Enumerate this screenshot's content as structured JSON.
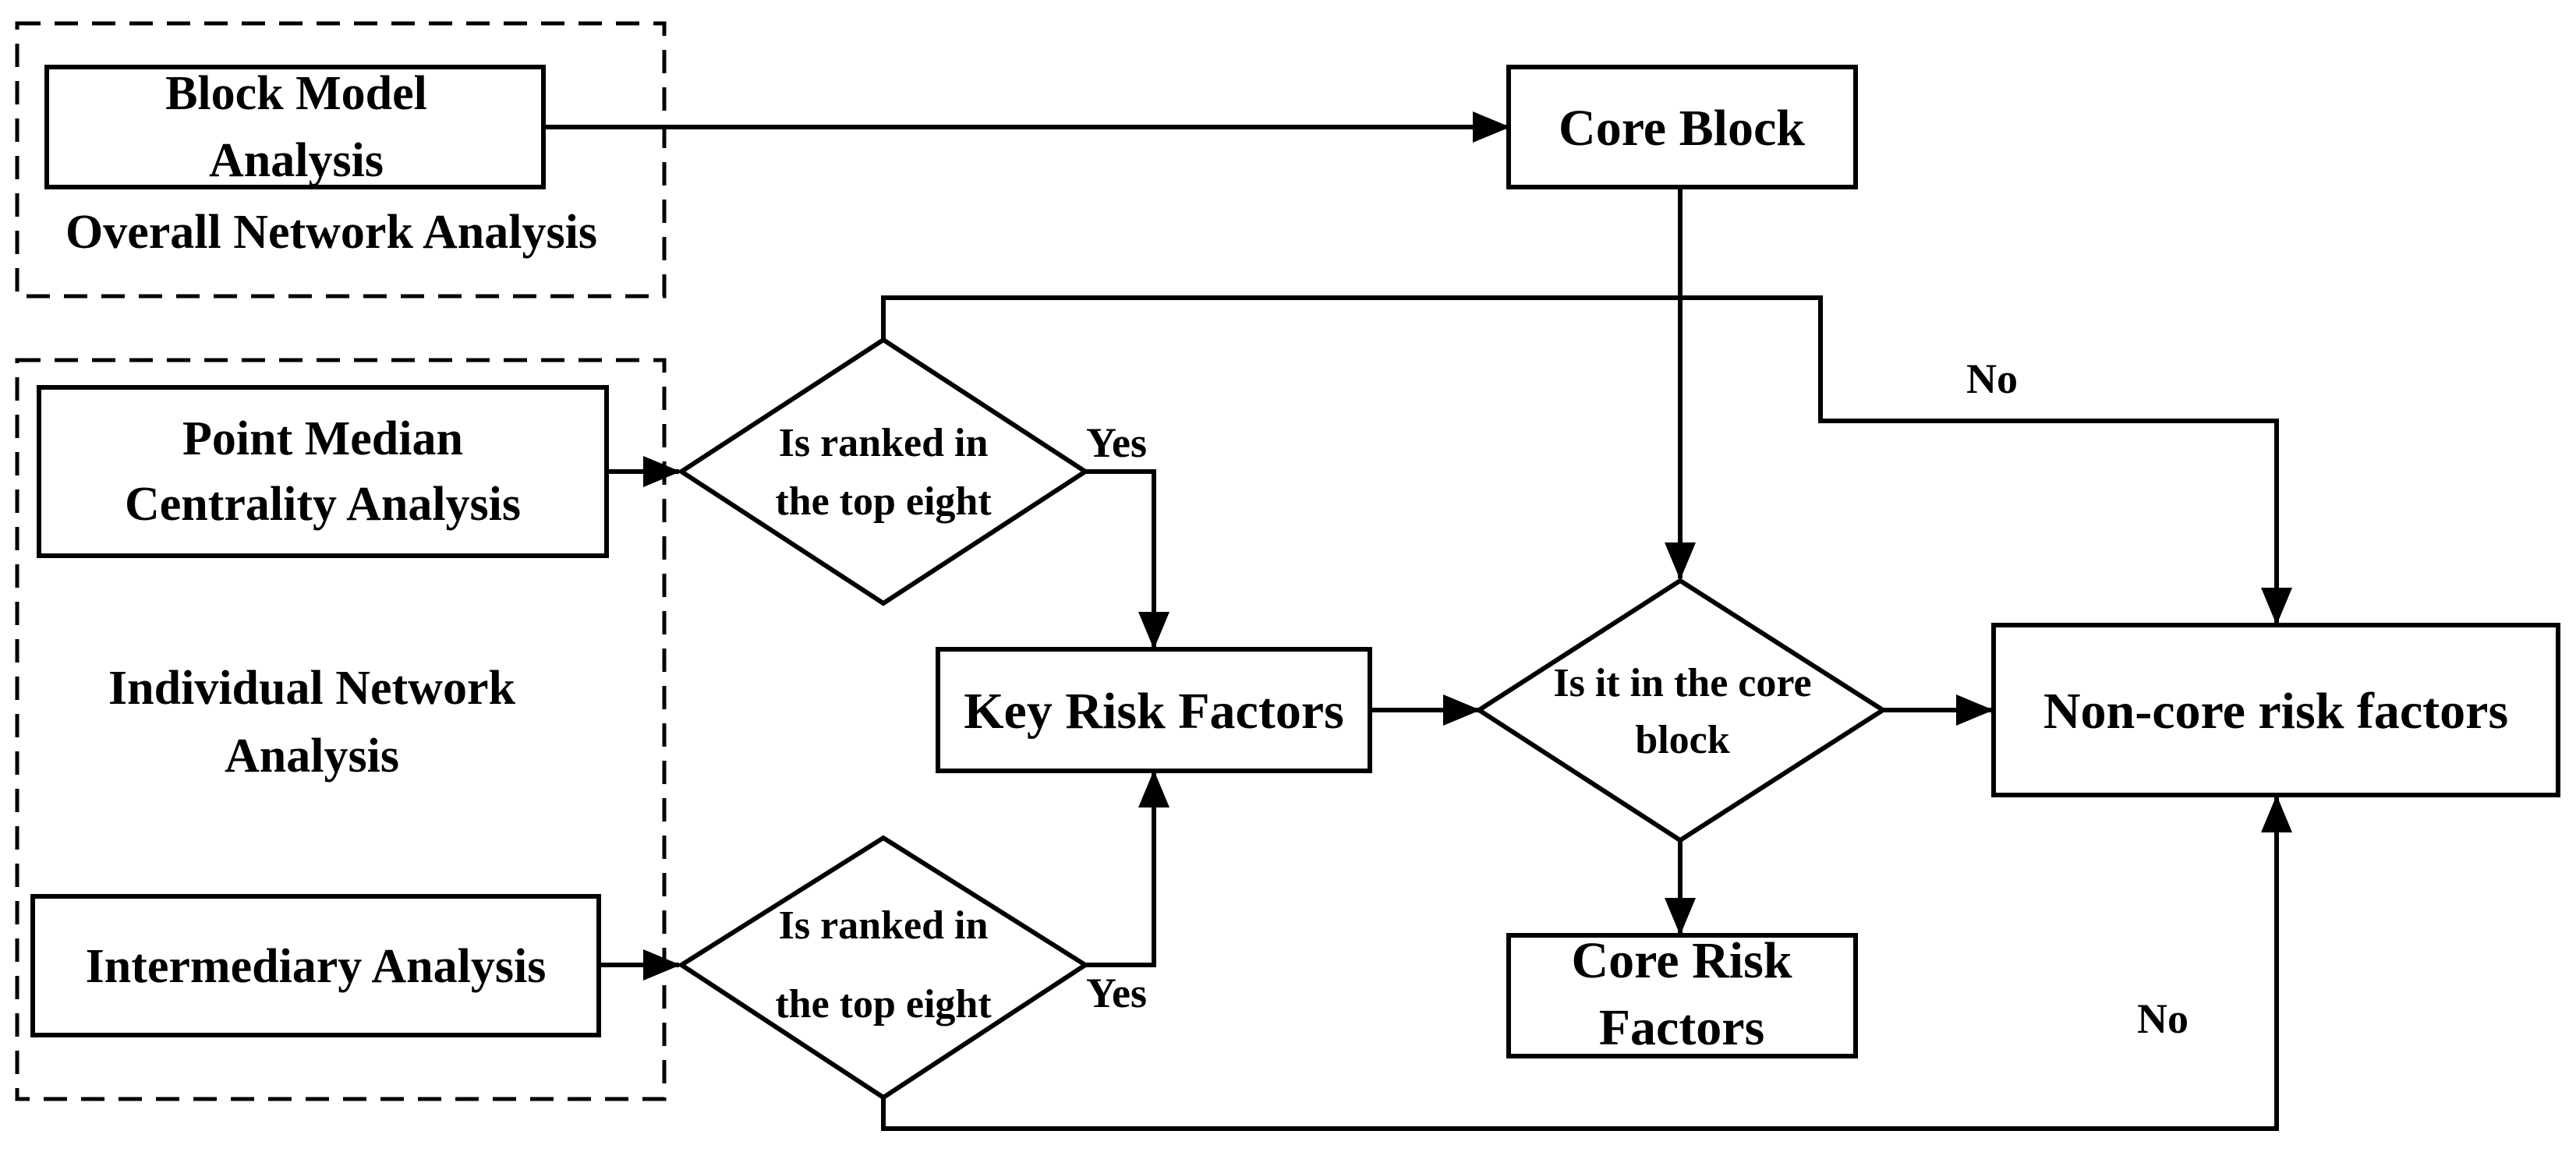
{
  "groups": {
    "overall": "Overall Network Analysis",
    "individual": [
      "Individual Network",
      "Analysis"
    ]
  },
  "boxes": {
    "block_model": [
      "Block Model",
      "Analysis"
    ],
    "core_block": "Core Block",
    "point_median": [
      "Point Median",
      "Centrality Analysis"
    ],
    "intermediary": "Intermediary Analysis",
    "key_risk": "Key Risk Factors",
    "core_risk": [
      "Core Risk",
      "Factors"
    ],
    "non_core": "Non-core risk factors"
  },
  "decisions": {
    "top_eight_1": [
      "Is ranked in",
      "the top eight"
    ],
    "top_eight_2": [
      "Is ranked in",
      "the top eight"
    ],
    "core_block_check": [
      "Is it in the core",
      "block"
    ]
  },
  "edge_labels": {
    "yes_1": "Yes",
    "yes_2": "Yes",
    "no_1": "No",
    "no_2": "No"
  }
}
